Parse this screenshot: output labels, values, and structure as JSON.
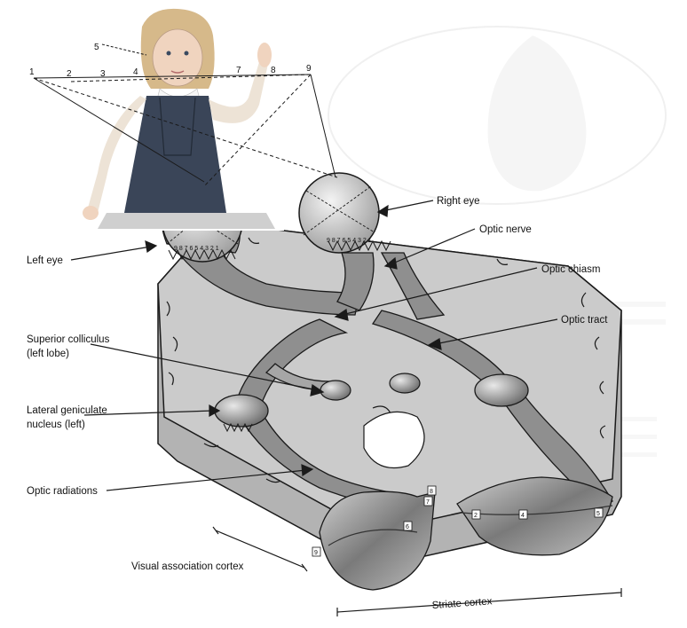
{
  "field_numbers": [
    "1",
    "2",
    "3",
    "4",
    "5",
    "6",
    "7",
    "8",
    "9"
  ],
  "labels": {
    "right_eye": "Right eye",
    "left_eye": "Left eye",
    "optic_nerve": "Optic nerve",
    "optic_chiasm": "Optic chiasm",
    "optic_tract": "Optic tract",
    "superior_colliculus_1": "Superior colliculus",
    "superior_colliculus_2": "(left lobe)",
    "lgn_1": "Lateral geniculate",
    "lgn_2": "nucleus (left)",
    "optic_radiations": "Optic radiations",
    "visual_association_cortex": "Visual association cortex",
    "striate_cortex": "Striate cortex"
  },
  "colors": {
    "brain_fill": "#c8c8c8",
    "pathway_fill": "#8f8f8f",
    "eye_fill": "#d9d9d9",
    "outline": "#1a1a1a",
    "background_faint": "#f1f1f1"
  }
}
